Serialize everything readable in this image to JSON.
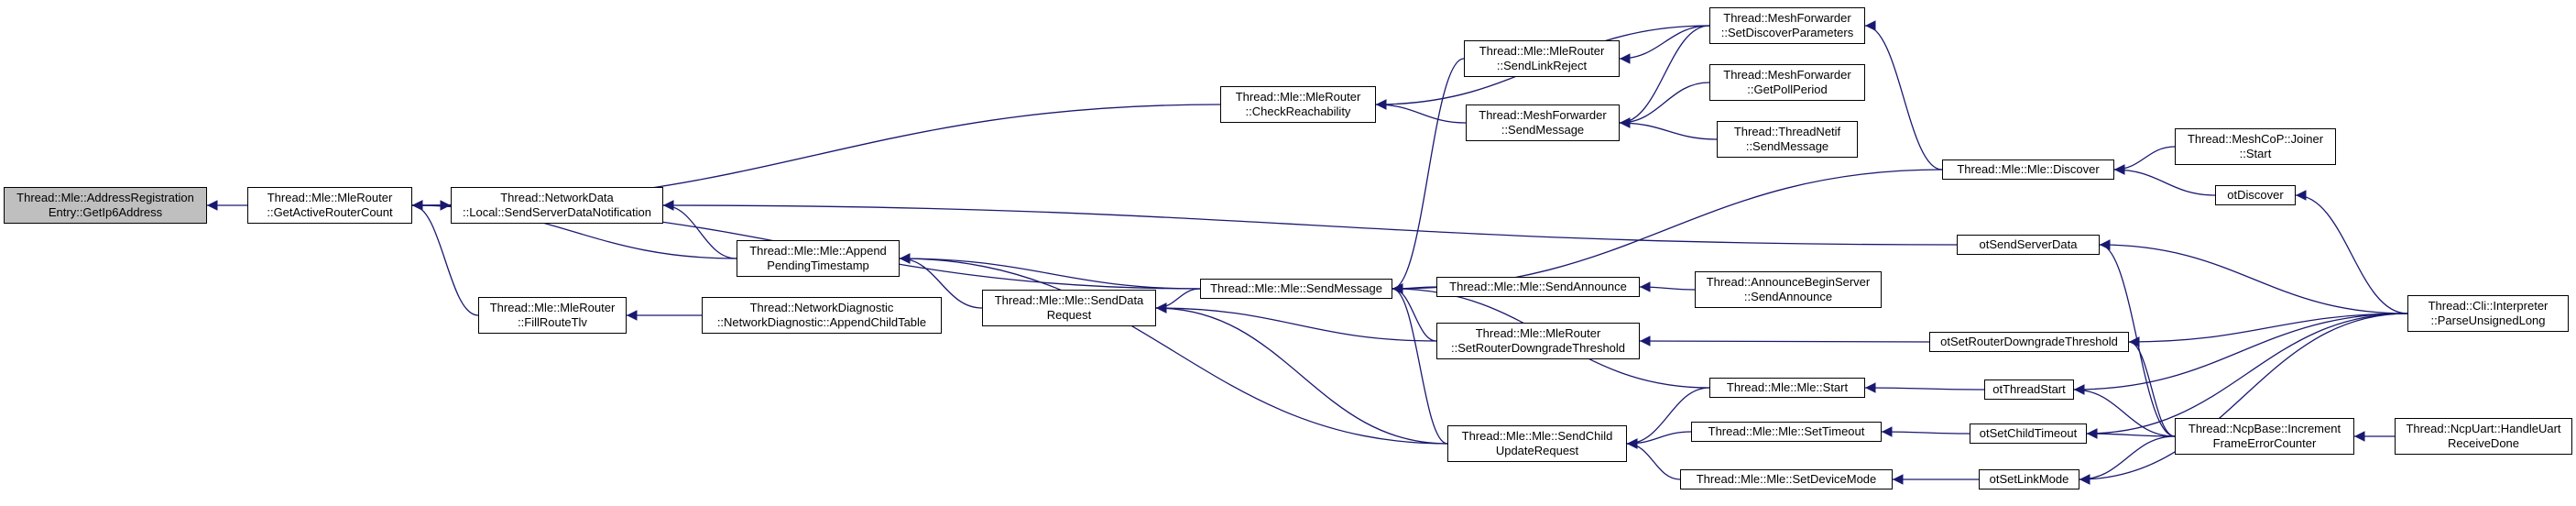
{
  "colors": {
    "edge": "#191970",
    "border": "#000000",
    "root_fill": "#bfbfbf",
    "node_fill": "#ffffff"
  },
  "nodes": [
    {
      "id": "n0",
      "lines": [
        "Thread::Mle::AddressRegistration",
        "Entry::GetIp6Address"
      ],
      "root": true
    },
    {
      "id": "n1",
      "lines": [
        "Thread::Mle::MleRouter",
        "::GetActiveRouterCount"
      ]
    },
    {
      "id": "n2",
      "lines": [
        "Thread::NetworkData",
        "::Local::SendServerDataNotification"
      ]
    },
    {
      "id": "n3",
      "lines": [
        "Thread::Mle::MleRouter",
        "::FillRouteTlv"
      ]
    },
    {
      "id": "n4",
      "lines": [
        "Thread::NetworkDiagnostic",
        "::NetworkDiagnostic::AppendChildTable"
      ]
    },
    {
      "id": "n5",
      "lines": [
        "Thread::Mle::MleRouter",
        "::CheckReachability"
      ]
    },
    {
      "id": "n6",
      "lines": [
        "Thread::Mle::Mle::Append",
        "PendingTimestamp"
      ]
    },
    {
      "id": "n7",
      "lines": [
        "Thread::Mle::Mle::SendData",
        "Request"
      ]
    },
    {
      "id": "n8",
      "lines": [
        "Thread::Mle::Mle::SendMessage"
      ]
    },
    {
      "id": "n9",
      "lines": [
        "Thread::Mle::MleRouter",
        "::SendLinkReject"
      ]
    },
    {
      "id": "n10",
      "lines": [
        "Thread::MeshForwarder",
        "::SendMessage"
      ]
    },
    {
      "id": "n11",
      "lines": [
        "Thread::MeshForwarder",
        "::SetDiscoverParameters"
      ]
    },
    {
      "id": "n12",
      "lines": [
        "Thread::MeshForwarder",
        "::GetPollPeriod"
      ]
    },
    {
      "id": "n13",
      "lines": [
        "Thread::ThreadNetif",
        "::SendMessage"
      ]
    },
    {
      "id": "n14",
      "lines": [
        "Thread::Mle::Mle::SendAnnounce"
      ]
    },
    {
      "id": "n15",
      "lines": [
        "Thread::AnnounceBeginServer",
        "::SendAnnounce"
      ]
    },
    {
      "id": "n16",
      "lines": [
        "Thread::Mle::MleRouter",
        "::SetRouterDowngradeThreshold"
      ]
    },
    {
      "id": "n17",
      "lines": [
        "Thread::Mle::Mle::SendChild",
        "UpdateRequest"
      ]
    },
    {
      "id": "n18",
      "lines": [
        "Thread::Mle::Mle::Start"
      ]
    },
    {
      "id": "n19",
      "lines": [
        "Thread::Mle::Mle::SetTimeout"
      ]
    },
    {
      "id": "n20",
      "lines": [
        "Thread::Mle::Mle::SetDeviceMode"
      ]
    },
    {
      "id": "n21",
      "lines": [
        "Thread::Mle::Mle::Discover"
      ]
    },
    {
      "id": "n22",
      "lines": [
        "Thread::MeshCoP::Joiner",
        "::Start"
      ]
    },
    {
      "id": "n23",
      "lines": [
        "otDiscover"
      ]
    },
    {
      "id": "n24",
      "lines": [
        "otSendServerData"
      ]
    },
    {
      "id": "n25",
      "lines": [
        "otSetRouterDowngradeThreshold"
      ]
    },
    {
      "id": "n26",
      "lines": [
        "otThreadStart"
      ]
    },
    {
      "id": "n27",
      "lines": [
        "otSetChildTimeout"
      ]
    },
    {
      "id": "n28",
      "lines": [
        "otSetLinkMode"
      ]
    },
    {
      "id": "n29",
      "lines": [
        "Thread::Cli::Interpreter",
        "::ParseUnsignedLong"
      ]
    },
    {
      "id": "n30",
      "lines": [
        "Thread::NcpBase::Increment",
        "FrameErrorCounter"
      ]
    },
    {
      "id": "n31",
      "lines": [
        "Thread::NcpUart::HandleUart",
        "ReceiveDone"
      ]
    }
  ],
  "edges": [
    [
      "n0",
      "n1"
    ],
    [
      "n1",
      "n2"
    ],
    [
      "n1",
      "n3"
    ],
    [
      "n1",
      "n5"
    ],
    [
      "n1",
      "n6"
    ],
    [
      "n1",
      "n8"
    ],
    [
      "n2",
      "n1"
    ],
    [
      "n2",
      "n6"
    ],
    [
      "n2",
      "n24"
    ],
    [
      "n3",
      "n4"
    ],
    [
      "n5",
      "n10"
    ],
    [
      "n5",
      "n11"
    ],
    [
      "n6",
      "n7"
    ],
    [
      "n6",
      "n8"
    ],
    [
      "n6",
      "n17"
    ],
    [
      "n7",
      "n8"
    ],
    [
      "n7",
      "n16"
    ],
    [
      "n7",
      "n17"
    ],
    [
      "n8",
      "n9"
    ],
    [
      "n8",
      "n14"
    ],
    [
      "n8",
      "n16"
    ],
    [
      "n8",
      "n17"
    ],
    [
      "n8",
      "n18"
    ],
    [
      "n8",
      "n21"
    ],
    [
      "n9",
      "n11"
    ],
    [
      "n10",
      "n11"
    ],
    [
      "n10",
      "n12"
    ],
    [
      "n10",
      "n13"
    ],
    [
      "n11",
      "n21"
    ],
    [
      "n14",
      "n15"
    ],
    [
      "n16",
      "n25"
    ],
    [
      "n17",
      "n18"
    ],
    [
      "n17",
      "n19"
    ],
    [
      "n17",
      "n20"
    ],
    [
      "n18",
      "n26"
    ],
    [
      "n19",
      "n27"
    ],
    [
      "n20",
      "n28"
    ],
    [
      "n21",
      "n22"
    ],
    [
      "n21",
      "n23"
    ],
    [
      "n23",
      "n29"
    ],
    [
      "n24",
      "n29"
    ],
    [
      "n24",
      "n30"
    ],
    [
      "n25",
      "n29"
    ],
    [
      "n25",
      "n30"
    ],
    [
      "n26",
      "n29"
    ],
    [
      "n26",
      "n30"
    ],
    [
      "n27",
      "n29"
    ],
    [
      "n27",
      "n30"
    ],
    [
      "n28",
      "n29"
    ],
    [
      "n28",
      "n30"
    ],
    [
      "n30",
      "n31"
    ]
  ]
}
